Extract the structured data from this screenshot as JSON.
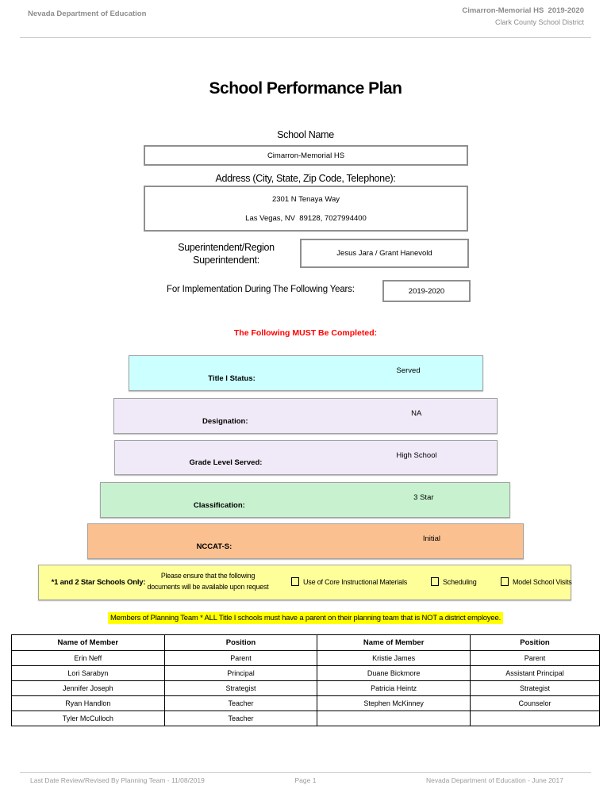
{
  "header": {
    "left": "Nevada Department of Education",
    "right_line1": "Cimarron-Memorial HS  2019-2020",
    "right_line2": "Clark County School District"
  },
  "title": "School Performance Plan",
  "form": {
    "school_name_label": "School Name",
    "school_name_value": "Cimarron-Memorial HS",
    "address_label": "Address (City, State, Zip Code, Telephone):",
    "address_line1": "2301 N Tenaya Way",
    "address_line2": "Las Vegas, NV  89128, 7027994400",
    "superintendent_label_line1": "Superintendent/Region",
    "superintendent_label_line2": "Superintendent:",
    "superintendent_value": "Jesus Jara / Grant Hanevold",
    "years_label": "For Implementation During The Following Years:",
    "years_value": "2019-2020"
  },
  "must_complete_notice": {
    "text": "The Following MUST Be Completed:",
    "color": "#FF0000"
  },
  "status_rows": [
    {
      "label": "Title I Status:",
      "value": "Served",
      "color": "#CCFFFF"
    },
    {
      "label": "Designation:",
      "value": "NA",
      "color": "#F0EAF8"
    },
    {
      "label": "Grade Level Served:",
      "value": "High School",
      "color": "#F0EAF8"
    },
    {
      "label": "Classification:",
      "value": "3 Star",
      "color": "#C8F2CF"
    },
    {
      "label": "NCCAT-S:",
      "value": "Initial",
      "color": "#FAC090"
    }
  ],
  "star_schools_row": {
    "label": "*1 and 2 Star Schools Only:",
    "note_line1": "Please ensure that the following",
    "note_line2": "documents will be available upon request",
    "checkboxes": [
      "Use of Core Instructional Materials",
      "Scheduling",
      "Model School Visits"
    ],
    "background": "#FFFF99"
  },
  "planning_team_notice": {
    "text": "Members of Planning Team * ALL Title I schools must have a parent on their planning team that is NOT a district employee.",
    "highlight_color": "#FFFF00"
  },
  "team_table": {
    "headers": [
      "Name of Member",
      "Position",
      "Name of Member",
      "Position"
    ],
    "rows": [
      [
        "Erin Neff",
        "Parent",
        "Kristie James",
        "Parent"
      ],
      [
        "Lori Sarabyn",
        "Principal",
        "Duane Bickmore",
        "Assistant Principal"
      ],
      [
        "Jennifer Joseph",
        "Strategist",
        "Patricia Heintz",
        "Strategist"
      ],
      [
        "Ryan Handlon",
        "Teacher",
        "Stephen McKinney",
        "Counselor"
      ],
      [
        "Tyler McCulloch",
        "Teacher",
        "",
        ""
      ]
    ]
  },
  "footer": {
    "left": "Last Date Review/Revised By Planning Team - 11/08/2019",
    "center": "Page 1",
    "right": "Nevada Department of Education - June 2017"
  }
}
